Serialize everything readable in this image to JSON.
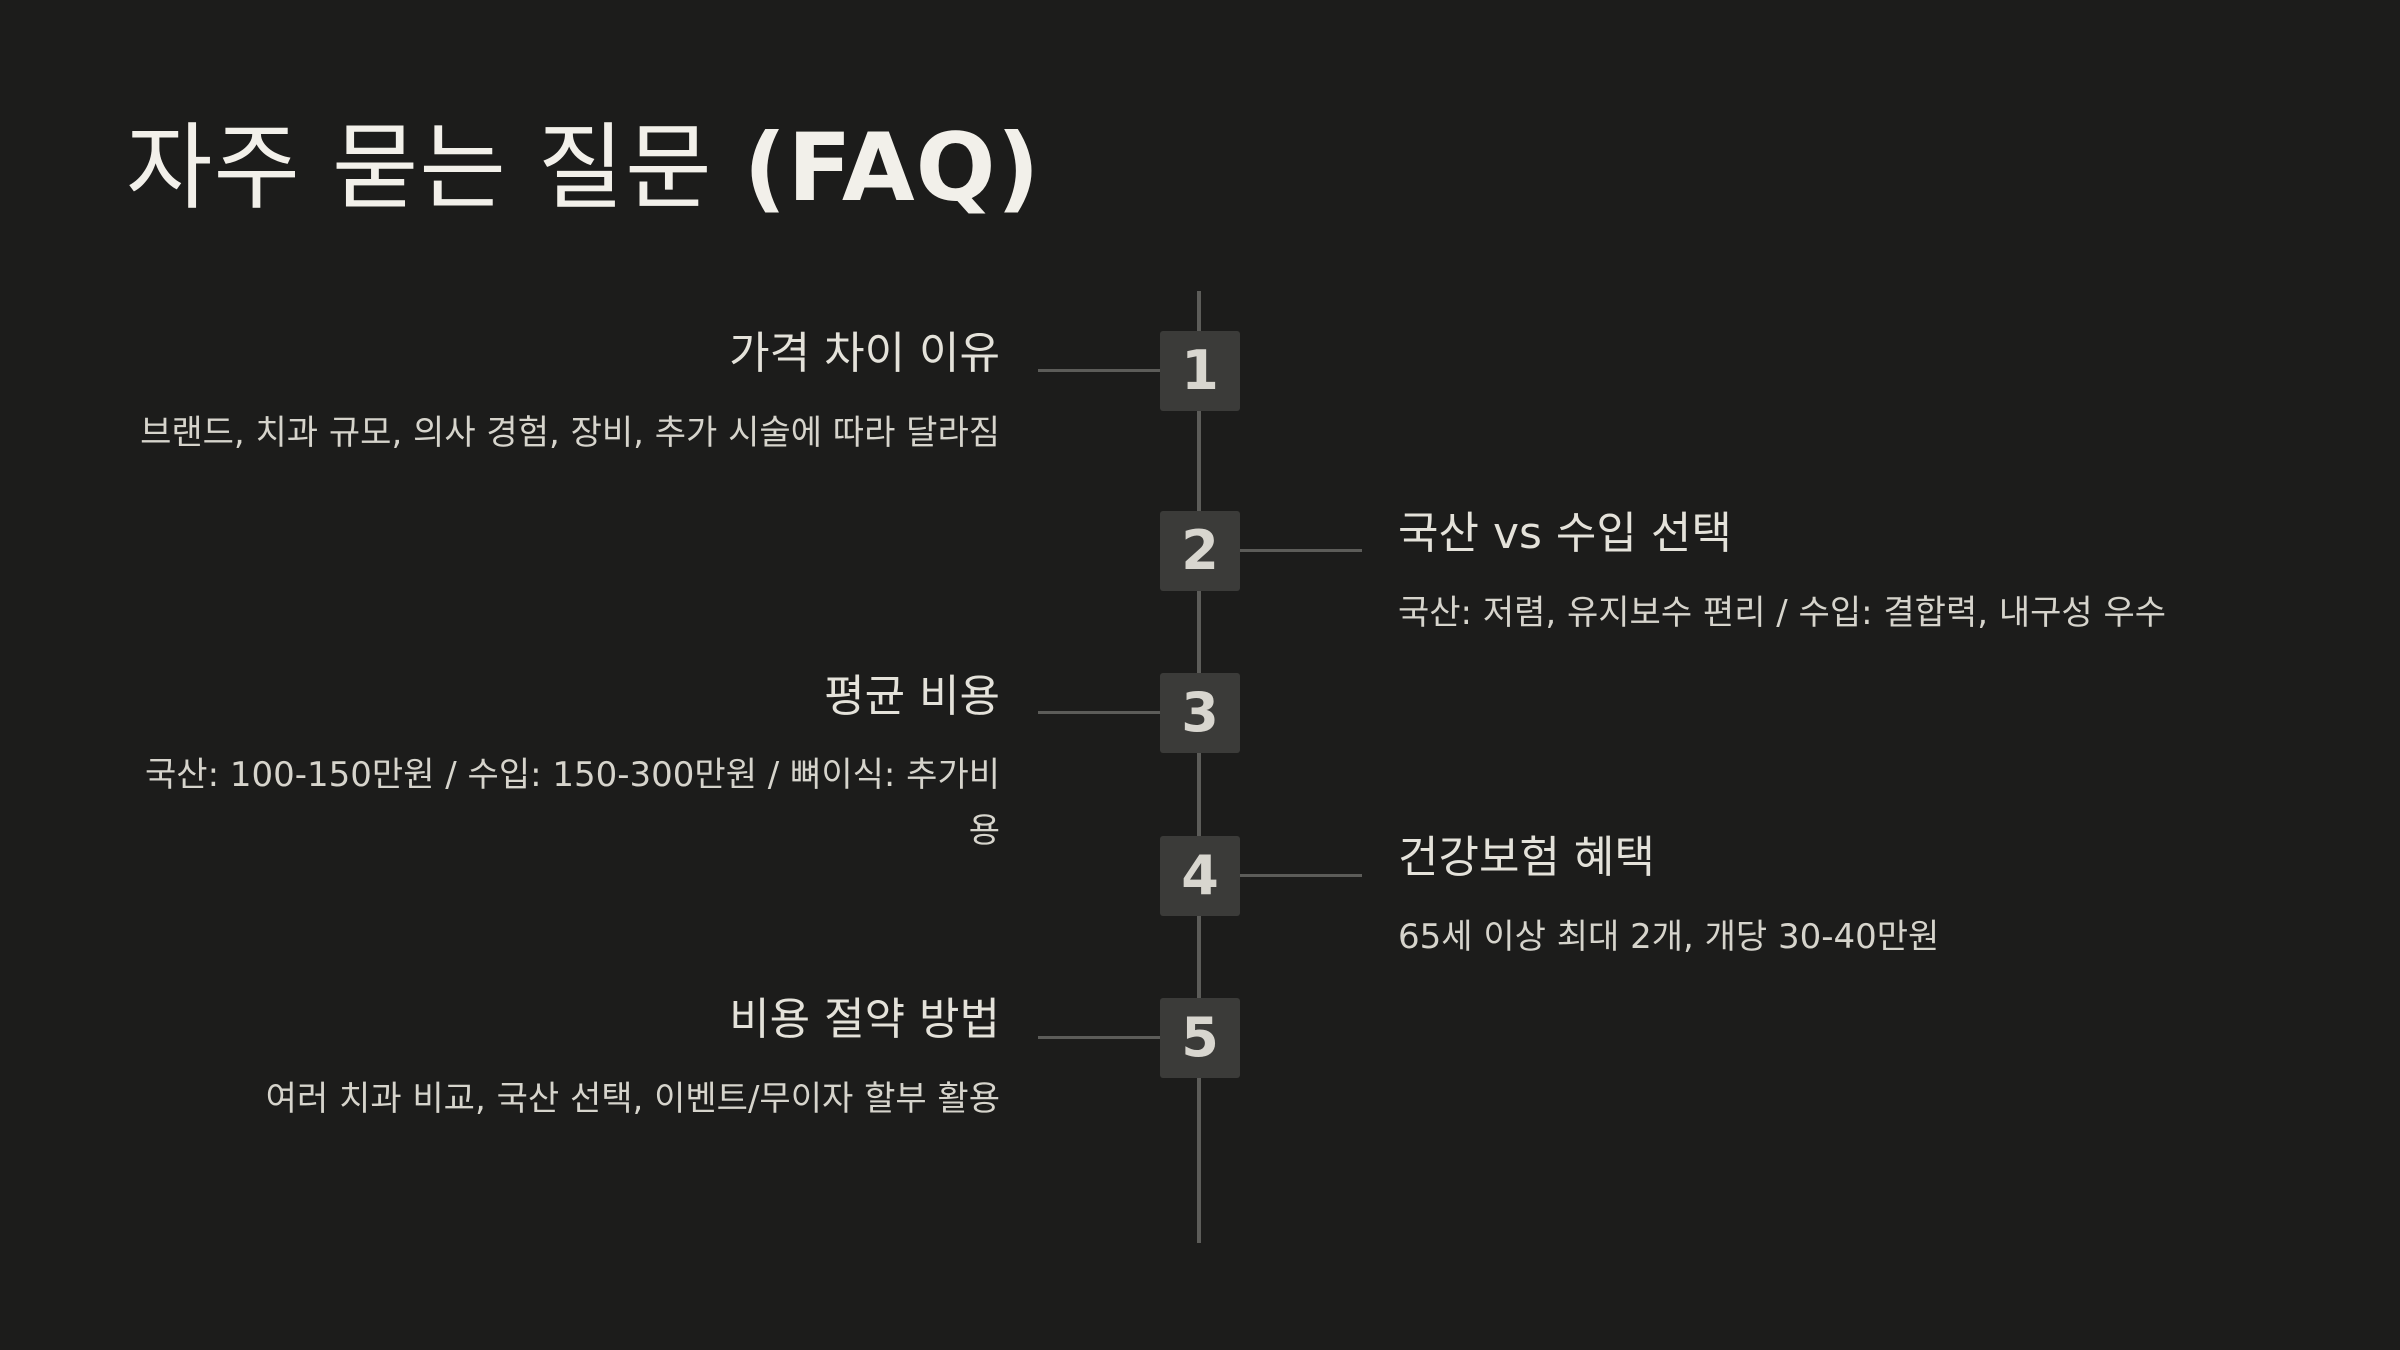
{
  "title": {
    "korean": "자주 묻는 질문",
    "latin": "(FAQ)"
  },
  "items": [
    {
      "number": "1",
      "title": "가격 차이 이유",
      "description": "브랜드, 치과 규모, 의사 경험, 장비, 추가 시술에 따라 달라짐",
      "side": "left"
    },
    {
      "number": "2",
      "title": "국산 vs 수입 선택",
      "description": "국산: 저렴, 유지보수 편리 / 수입: 결합력, 내구성 우수",
      "side": "right"
    },
    {
      "number": "3",
      "title": "평균 비용",
      "description": "국산: 100-150만원 / 수입: 150-300만원 / 뼈이식: 추가비용",
      "side": "left"
    },
    {
      "number": "4",
      "title": "건강보험 혜택",
      "description": "65세 이상 최대 2개, 개당 30-40만원",
      "side": "right"
    },
    {
      "number": "5",
      "title": "비용 절약 방법",
      "description": "여러 치과 비교, 국산 선택, 이벤트/무이자 할부 활용",
      "side": "left"
    }
  ]
}
